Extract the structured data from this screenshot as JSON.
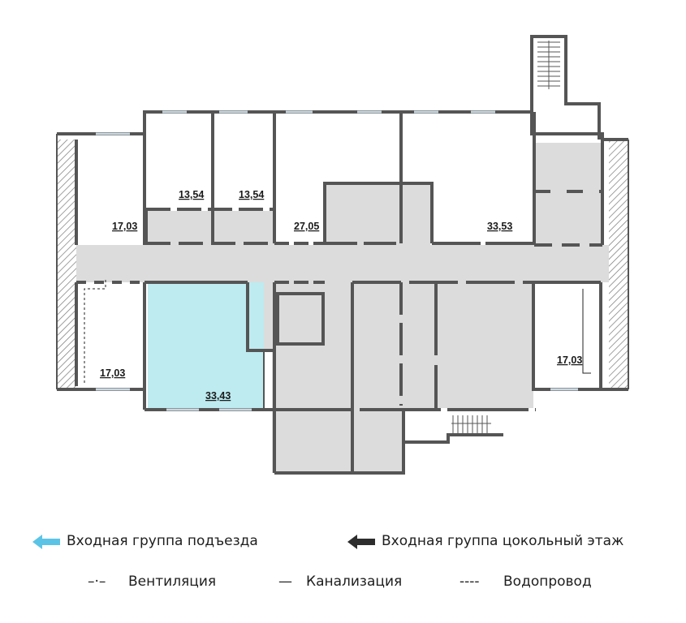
{
  "floor_plan": {
    "rooms": [
      {
        "area": "13,54"
      },
      {
        "area": "13,54"
      },
      {
        "area": "17,03"
      },
      {
        "area": "27,05"
      },
      {
        "area": "33,53"
      },
      {
        "area": "17,03"
      },
      {
        "area": "33,43",
        "highlighted": true
      },
      {
        "area": "17,03"
      }
    ],
    "colors": {
      "highlight": "#bdebf0",
      "common_area": "#dcdcdc",
      "wall": "#555555"
    }
  },
  "legend": {
    "entrance_lobby": {
      "label": "Входная группа подъезда",
      "arrow_color": "#5bc4e6"
    },
    "entrance_basement": {
      "label": "Входная группа цокольный этаж",
      "arrow_color": "#2d2d2d"
    },
    "ventilation": {
      "symbol": "–·–",
      "label": "Вентиляция"
    },
    "sewage": {
      "symbol": "—",
      "label": "Канализация"
    },
    "water": {
      "symbol": "----",
      "label": "Водопровод"
    }
  }
}
